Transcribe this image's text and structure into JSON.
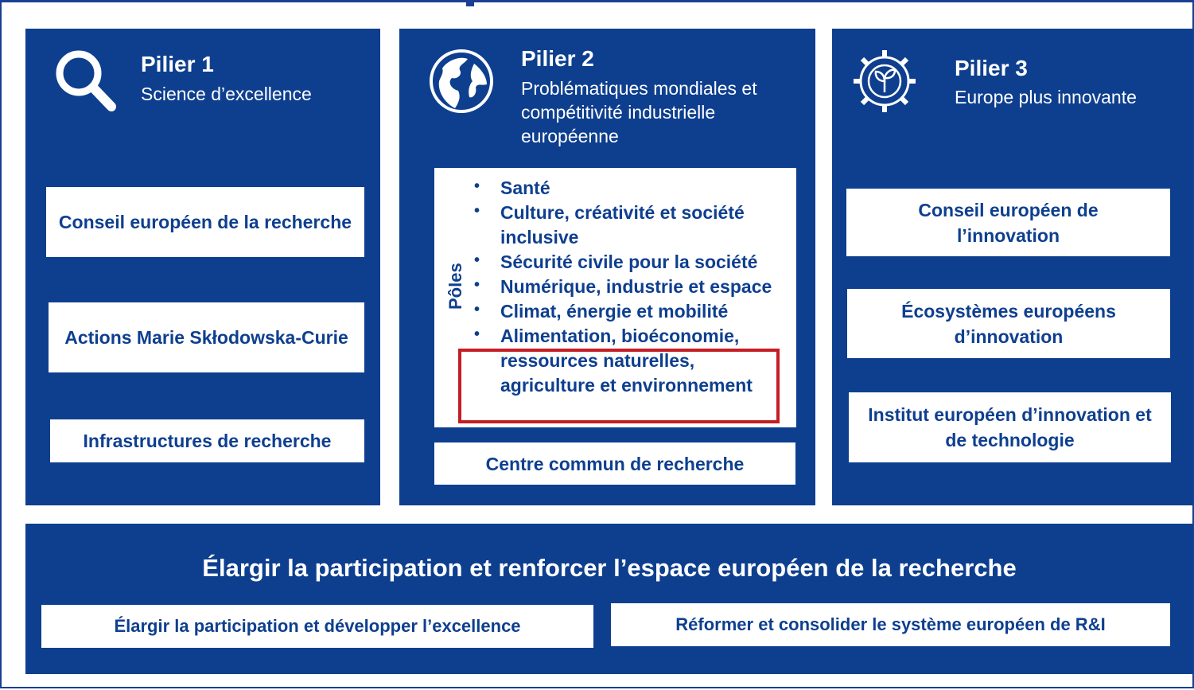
{
  "pillar1": {
    "title": "Pilier 1",
    "subtitle": "Science d’excellence",
    "icon": "magnifier-icon",
    "boxes": [
      "Conseil européen de la recherche",
      "Actions Marie Skłodowska-Curie",
      "Infrastructures de recherche"
    ]
  },
  "pillar2": {
    "title": "Pilier 2",
    "subtitle": "Problématiques mondiales et compétitivité industrielle européenne",
    "icon": "globe-icon",
    "clusters_label": "Pôles",
    "clusters": [
      "Santé",
      "Culture, créativité et société inclusive",
      "Sécurité civile pour la société",
      "Numérique, industrie et espace",
      "Climat, énergie et mobilité",
      "Alimentation, bioéconomie, ressources naturelles, agriculture et environnement"
    ],
    "highlighted_cluster": "Alimentation, bioéconomie, ressources naturelles, agriculture et environnement",
    "footer_box": "Centre commun de recherche"
  },
  "pillar3": {
    "title": "Pilier 3",
    "subtitle": "Europe plus innovante",
    "icon": "gear-plant-icon",
    "boxes": [
      "Conseil européen de l’innovation",
      "Écosystèmes européens d’innovation",
      "Institut européen d’innovation et de technologie"
    ]
  },
  "widening": {
    "title": "Élargir la participation et renforcer l’espace européen de la recherche",
    "boxes": [
      "Élargir la participation et développer l’excellence",
      "Réformer et consolider le système européen de R&I"
    ]
  },
  "colors": {
    "panel": "#0e3f8f",
    "box": "#ffffff",
    "highlight": "#c41e24"
  }
}
